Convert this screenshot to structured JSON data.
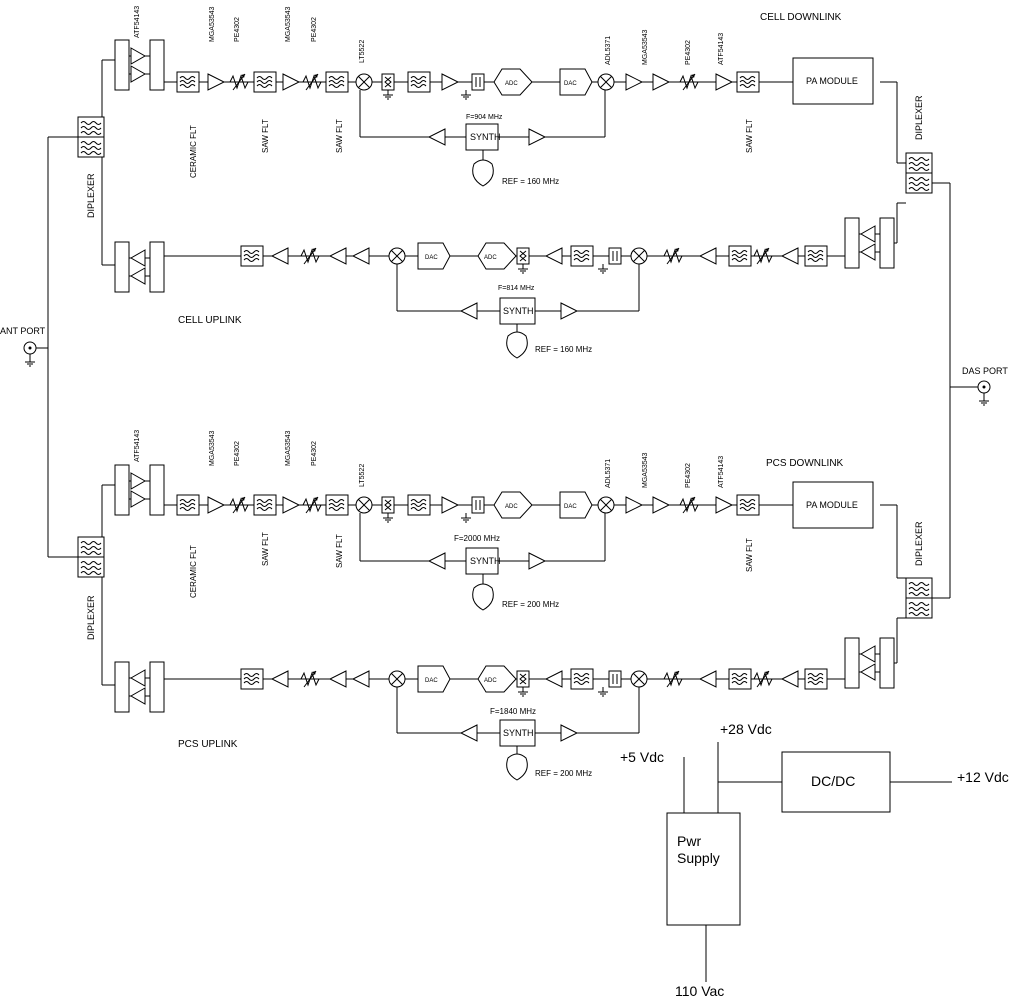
{
  "titles": {
    "cell_downlink": "CELL DOWNLINK",
    "cell_uplink": "CELL UPLINK",
    "pcs_downlink": "PCS DOWNLINK",
    "pcs_uplink": "PCS UPLINK"
  },
  "ports": {
    "ant": "ANT PORT",
    "das": "DAS PORT"
  },
  "parts": {
    "atf54143": "ATF54143",
    "mga53543": "MGA53543",
    "pe4302": "PE4302",
    "lt5522": "LT5522",
    "adl5371": "ADL5371"
  },
  "filters": {
    "ceramic": "CERAMIC FLT",
    "saw": "SAW FLT",
    "diplexer": "DIPLEXER"
  },
  "blocks": {
    "pa_module": "PA MODULE",
    "synth": "SYNTH",
    "adc": "ADC",
    "dac": "DAC"
  },
  "freqs": {
    "cell_dl_lo": "F=904 MHz",
    "cell_ul_lo": "F=814 MHz",
    "pcs_dl_lo": "F=2000 MHz",
    "pcs_ul_lo": "F=1840 MHz",
    "ref_cell": "REF = 160 MHz",
    "ref_pcs": "REF = 200 MHz"
  },
  "power": {
    "v5": "+5 Vdc",
    "v28": "+28 Vdc",
    "v12": "+12 Vdc",
    "dcdc": "DC/DC",
    "supply_line1": "Pwr",
    "supply_line2": "Supply",
    "ac": "110 Vac"
  }
}
